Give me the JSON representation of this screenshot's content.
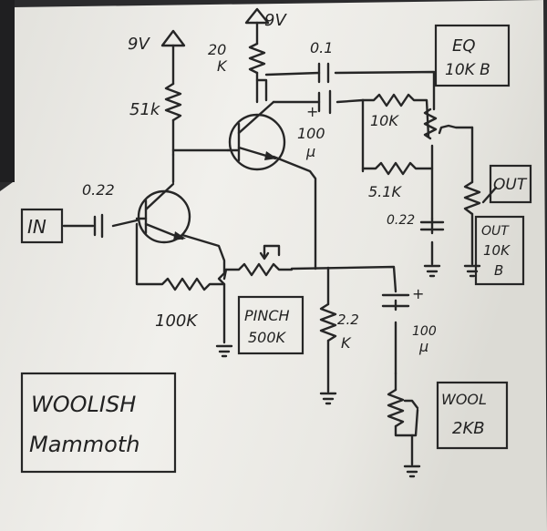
{
  "title": "WOOLISH Mammoth",
  "supply": {
    "v_left": "9V",
    "v_top": "9V"
  },
  "components": {
    "r_collector": "51k",
    "r_trim_value": "20",
    "r_trim_unit": "K",
    "cap_top": "0.1",
    "cap_elec_value": "100",
    "cap_elec_unit": "μ",
    "cap_elec_plus": "+",
    "r_eq_1": "10K",
    "r_eq_2": "5.1K",
    "cap_eq": "0.22",
    "cap_in": "0.22",
    "r_feedback": "100K",
    "r_emitter_value": "2.2",
    "r_emitter_unit": "K",
    "cap_bypass_value": "100",
    "cap_bypass_unit": "μ",
    "cap_bypass_plus": "+"
  },
  "labels": {
    "input": "IN",
    "output": "OUT",
    "eq_pot_line1": "EQ",
    "eq_pot_line2": "10K B",
    "out_pot_line1": "OUT",
    "out_pot_line2": "10K",
    "out_pot_line3": "B",
    "pinch_line1": "PINCH",
    "pinch_line2": "500K",
    "wool_line1": "WOOL",
    "wool_line2": "2KB"
  },
  "colors": {
    "paper": "#ecebe6",
    "ink": "#262626",
    "background": "#2b2b2d"
  }
}
